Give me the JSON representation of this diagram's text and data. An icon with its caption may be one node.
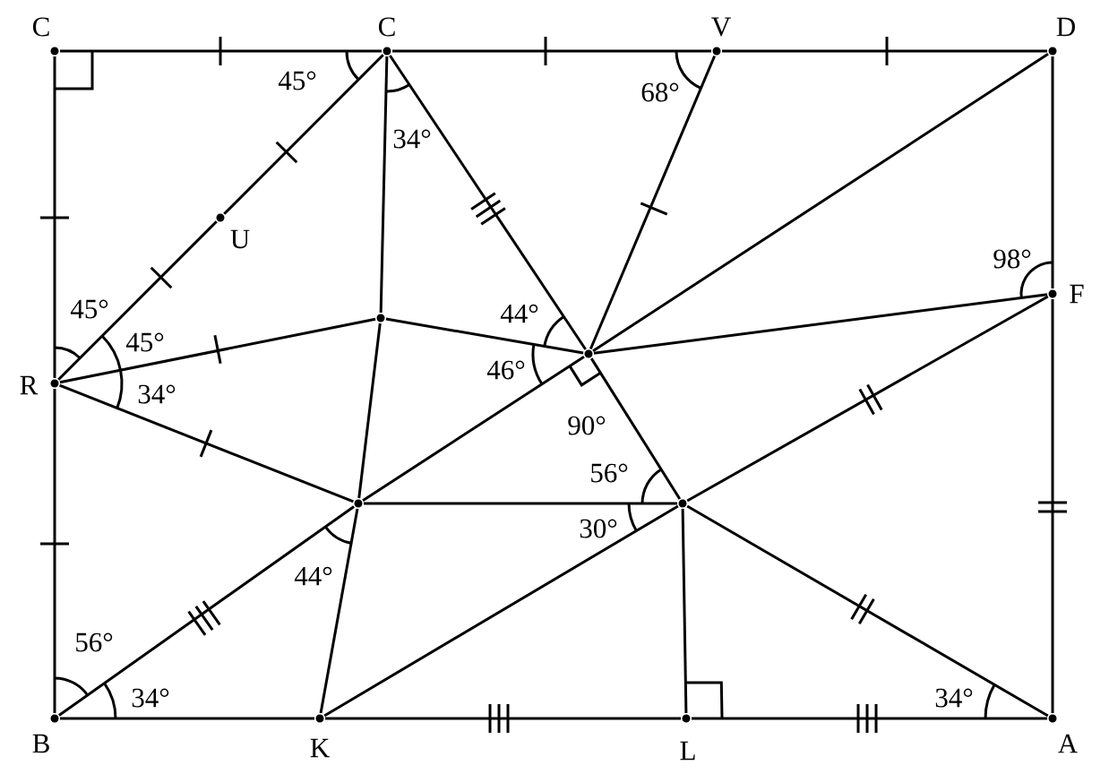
{
  "diagram": {
    "nodes": [
      {
        "text": [],
        "shape": "circle",
        "beside": [
          "C"
        ]
      },
      {
        "text": [],
        "shape": "circle",
        "beside": [
          "C"
        ]
      },
      {
        "text": [],
        "shape": "circle",
        "beside": [
          "V"
        ]
      },
      {
        "text": [],
        "shape": "circle",
        "beside": [
          "D"
        ]
      },
      {
        "text": [],
        "shape": "circle",
        "beside": [
          "U"
        ]
      },
      {
        "text": [],
        "shape": "circle",
        "beside": [
          "F"
        ]
      },
      {
        "text": [],
        "shape": "circle"
      },
      {
        "text": [],
        "shape": "circle",
        "beside": [
          "R"
        ]
      },
      {
        "text": [],
        "shape": "circle"
      },
      {
        "text": [],
        "shape": "circle"
      },
      {
        "text": [],
        "shape": "circle"
      },
      {
        "text": [],
        "shape": "circle",
        "beside": [
          "B"
        ]
      },
      {
        "text": [],
        "shape": "circle",
        "beside": [
          "K"
        ]
      },
      {
        "text": [],
        "shape": "circle",
        "beside": [
          "L"
        ]
      },
      {
        "text": [],
        "shape": "circle",
        "beside": [
          "A"
        ]
      }
    ],
    "edges": [
      {
        "from": 0,
        "to": 1,
        "arrow": "none"
      },
      {
        "from": 1,
        "to": 2,
        "arrow": "none"
      },
      {
        "from": 2,
        "to": 3,
        "arrow": "none"
      },
      {
        "from": 3,
        "to": 5,
        "arrow": "none"
      },
      {
        "from": 5,
        "to": 14,
        "arrow": "none"
      },
      {
        "from": 14,
        "to": 13,
        "arrow": "none"
      },
      {
        "from": 13,
        "to": 12,
        "arrow": "none"
      },
      {
        "from": 12,
        "to": 11,
        "arrow": "none"
      },
      {
        "from": 11,
        "to": 7,
        "arrow": "none"
      },
      {
        "from": 7,
        "to": 0,
        "arrow": "none"
      },
      {
        "from": 1,
        "to": 4,
        "arrow": "none"
      },
      {
        "from": 4,
        "to": 7,
        "arrow": "none"
      },
      {
        "from": 1,
        "to": 6,
        "arrow": "none"
      },
      {
        "from": 6,
        "to": 9,
        "arrow": "none"
      },
      {
        "from": 9,
        "to": 12,
        "arrow": "none"
      },
      {
        "from": 7,
        "to": 6,
        "arrow": "none"
      },
      {
        "from": 6,
        "to": 8,
        "arrow": "none"
      },
      {
        "from": 7,
        "to": 9,
        "arrow": "none"
      },
      {
        "from": 1,
        "to": 8,
        "arrow": "none"
      },
      {
        "from": 8,
        "to": 10,
        "arrow": "none"
      },
      {
        "from": 2,
        "to": 8,
        "arrow": "none"
      },
      {
        "from": 3,
        "to": 8,
        "arrow": "none"
      },
      {
        "from": 5,
        "to": 8,
        "arrow": "none"
      },
      {
        "from": 11,
        "to": 9,
        "arrow": "none"
      },
      {
        "from": 9,
        "to": 8,
        "arrow": "none"
      },
      {
        "from": 9,
        "to": 10,
        "arrow": "none"
      },
      {
        "from": 12,
        "to": 10,
        "arrow": "none"
      },
      {
        "from": 10,
        "to": 5,
        "arrow": "none"
      },
      {
        "from": 10,
        "to": 13,
        "arrow": "none"
      },
      {
        "from": 10,
        "to": 14,
        "arrow": "none"
      }
    ],
    "labels": [
      "45°",
      "34°",
      "68°",
      "98°",
      "45°",
      "45°",
      "34°",
      "44°",
      "46°",
      "90°",
      "56°",
      "30°",
      "44°",
      "56°",
      "34°",
      "34°"
    ]
  }
}
